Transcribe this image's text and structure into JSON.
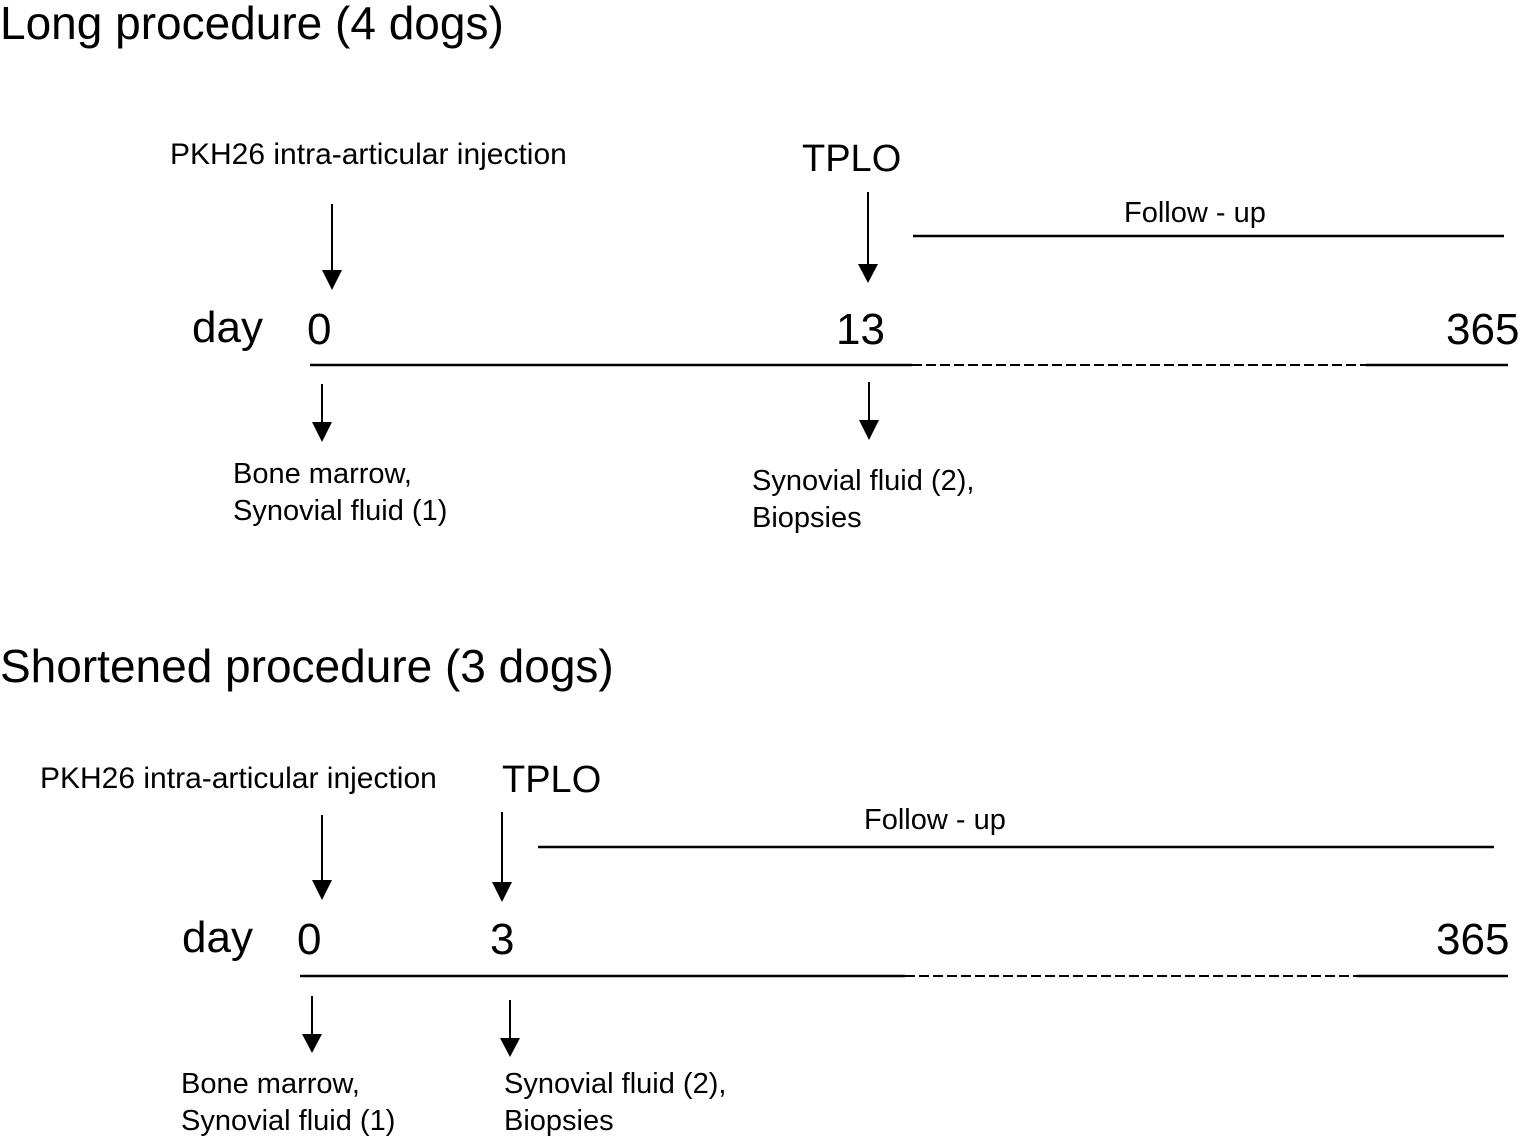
{
  "panels": [
    {
      "title": "Long procedure (4 dogs)",
      "injection_label": "PKH26 intra-articular injection",
      "surgery_label": "TPLO",
      "followup_label": "Follow - up",
      "day_label": "day",
      "days": [
        "0",
        "13",
        "365"
      ],
      "samples": [
        {
          "day": "0",
          "text": "Bone marrow,\nSynovial fluid (1)"
        },
        {
          "day": "13",
          "text": "Synovial fluid (2),\nBiopsies"
        }
      ]
    },
    {
      "title": "Shortened procedure (3 dogs)",
      "injection_label": "PKH26 intra-articular injection",
      "surgery_label": "TPLO",
      "followup_label": "Follow - up",
      "day_label": "day",
      "days": [
        "0",
        "3",
        "365"
      ],
      "samples": [
        {
          "day": "0",
          "text": "Bone marrow,\nSynovial fluid (1)"
        },
        {
          "day": "3",
          "text": "Synovial fluid (2),\nBiopsies"
        }
      ]
    }
  ]
}
